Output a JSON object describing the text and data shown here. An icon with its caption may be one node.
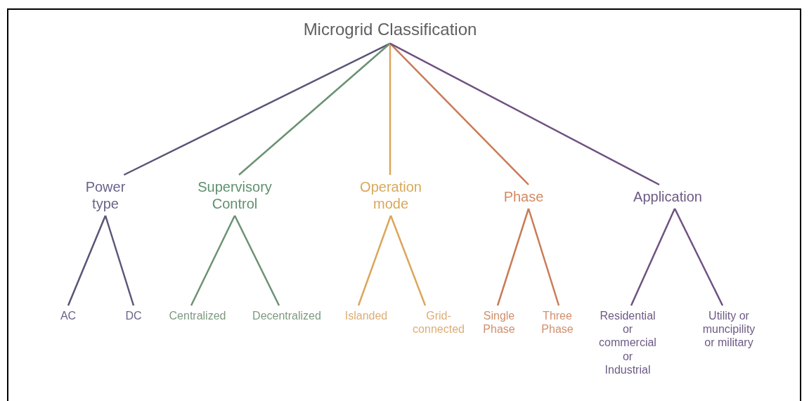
{
  "diagram": {
    "nodes": [
      {
        "text": [
          "Microgrid Classification"
        ]
      },
      {
        "text": [
          "Power type"
        ]
      },
      {
        "text": [
          "Supervisory Control"
        ]
      },
      {
        "text": [
          "Operation mode"
        ]
      },
      {
        "text": [
          "Phase"
        ]
      },
      {
        "text": [
          "Application"
        ]
      },
      {
        "text": [
          "AC"
        ]
      },
      {
        "text": [
          "DC"
        ]
      },
      {
        "text": [
          "Centralized"
        ]
      },
      {
        "text": [
          "Decentralized"
        ]
      },
      {
        "text": [
          "Islanded"
        ]
      },
      {
        "text": [
          "Grid-connected"
        ]
      },
      {
        "text": [
          "Single Phase"
        ]
      },
      {
        "text": [
          "Three Phase"
        ]
      },
      {
        "text": [
          "Residential or commercial or Industrial"
        ]
      },
      {
        "text": [
          "Utility or muncipility or military"
        ]
      }
    ],
    "edges": [
      {
        "from": 0,
        "to": 1,
        "arrow": "none",
        "color": "#5a5478"
      },
      {
        "from": 0,
        "to": 2,
        "arrow": "none",
        "color": "#6b9273"
      },
      {
        "from": 0,
        "to": 3,
        "arrow": "none",
        "color": "#dca65a"
      },
      {
        "from": 0,
        "to": 4,
        "arrow": "none",
        "color": "#c97b57"
      },
      {
        "from": 0,
        "to": 5,
        "arrow": "none",
        "color": "#6e5280"
      },
      {
        "from": 1,
        "to": 6,
        "arrow": "none",
        "color": "#5a5478"
      },
      {
        "from": 1,
        "to": 7,
        "arrow": "none",
        "color": "#5a5478"
      },
      {
        "from": 2,
        "to": 8,
        "arrow": "none",
        "color": "#6b9273"
      },
      {
        "from": 2,
        "to": 9,
        "arrow": "none",
        "color": "#6b9273"
      },
      {
        "from": 3,
        "to": 10,
        "arrow": "none",
        "color": "#dca65a"
      },
      {
        "from": 3,
        "to": 11,
        "arrow": "none",
        "color": "#dca65a"
      },
      {
        "from": 4,
        "to": 12,
        "arrow": "none",
        "color": "#c97b57"
      },
      {
        "from": 4,
        "to": 13,
        "arrow": "none",
        "color": "#c97b57"
      },
      {
        "from": 5,
        "to": 14,
        "arrow": "none",
        "color": "#6e5280"
      },
      {
        "from": 5,
        "to": 15,
        "arrow": "none",
        "color": "#6e5280"
      }
    ]
  }
}
